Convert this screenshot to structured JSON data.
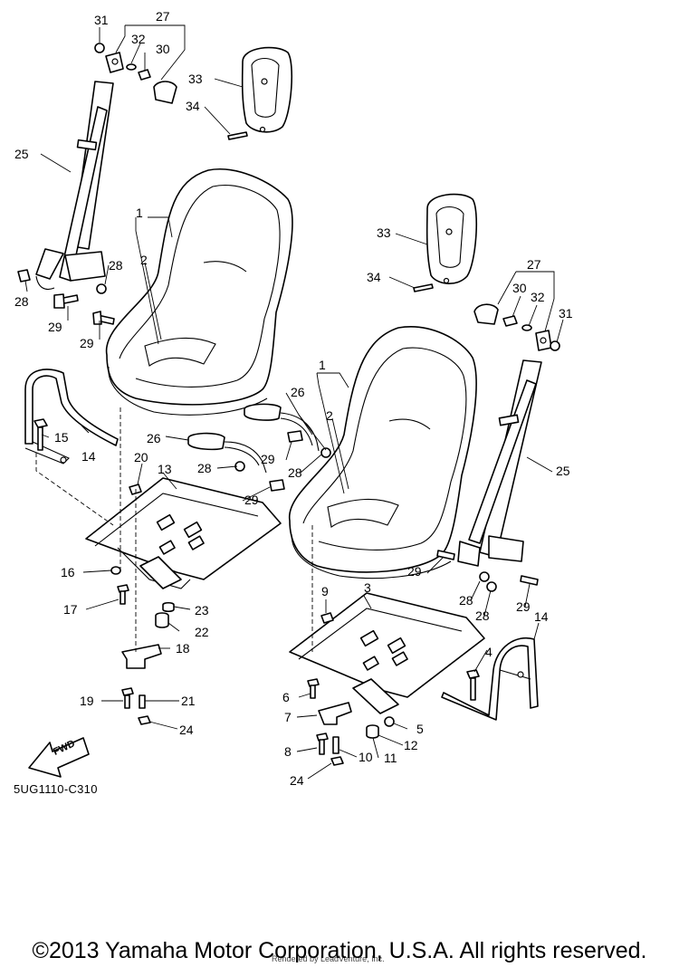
{
  "diagram": {
    "code": "5UG1110-C310",
    "copyright": "©2013 Yamaha Motor Corporation, U.S.A. All rights reserved.",
    "rendered_by": "Rendered by LeadVenture, Inc.",
    "fwd": "FWD",
    "callouts": {
      "n1": "1",
      "n2": "2",
      "n3": "3",
      "n4": "4",
      "n5": "5",
      "n6": "6",
      "n7": "7",
      "n8": "8",
      "n9": "9",
      "n10": "10",
      "n11": "11",
      "n12": "12",
      "n13": "13",
      "n14": "14",
      "n15": "15",
      "n16": "16",
      "n17": "17",
      "n18": "18",
      "n19": "19",
      "n20": "20",
      "n21": "21",
      "n22": "22",
      "n23": "23",
      "n24": "24",
      "n25": "25",
      "n26": "26",
      "n27": "27",
      "n28": "28",
      "n29": "29",
      "n30": "30",
      "n31": "31",
      "n32": "32",
      "n33": "33",
      "n34": "34"
    }
  }
}
